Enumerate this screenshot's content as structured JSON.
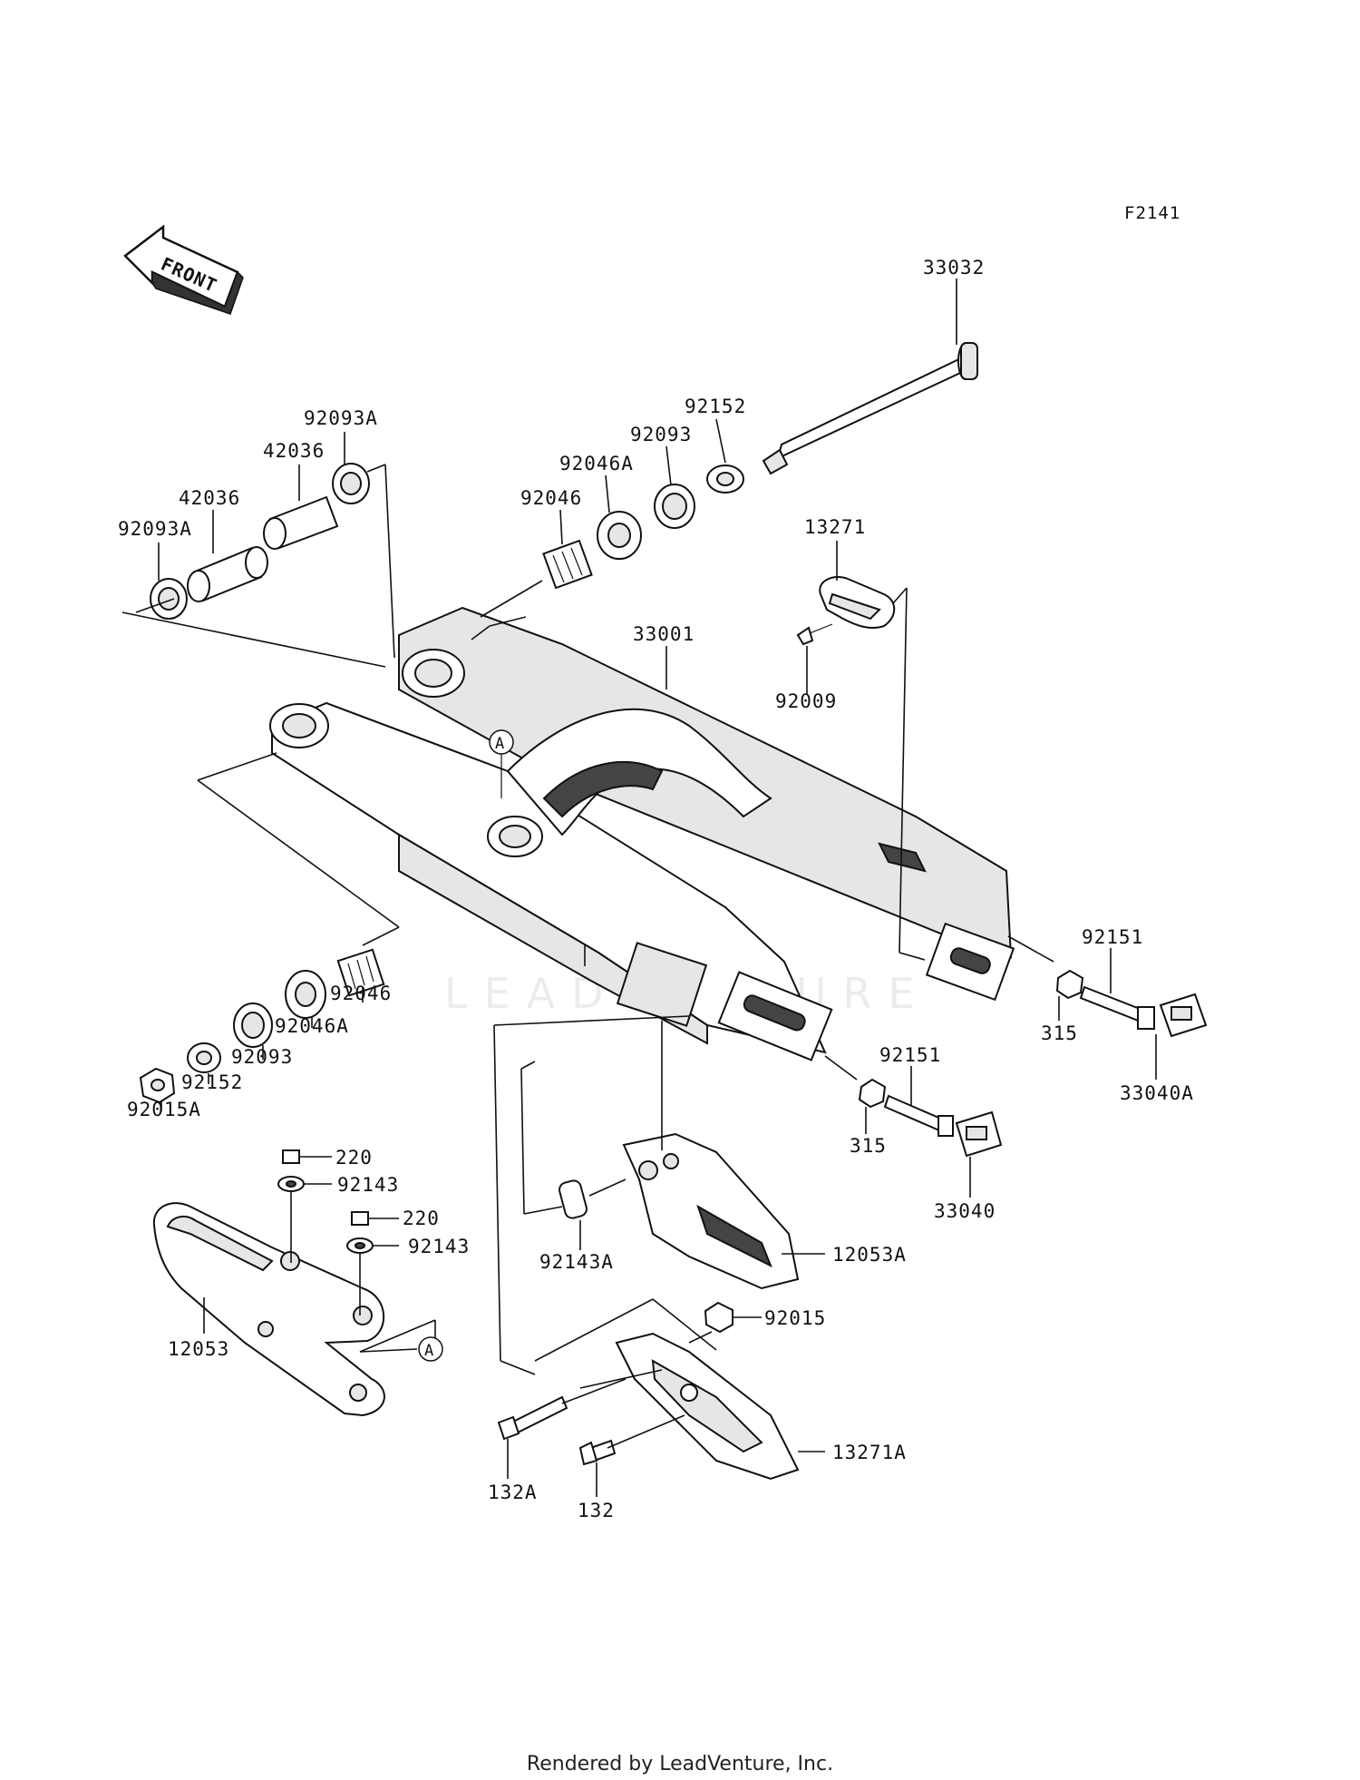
{
  "figure_code": "F2141",
  "front_label": "FRONT",
  "watermark": "LEADVENTURE",
  "footer": "Rendered by LeadVenture, Inc.",
  "callout_letter": "A",
  "labels": {
    "p33032": "33032",
    "p92152_top": "92152",
    "p92093_top": "92093",
    "p92046A_top": "92046A",
    "p92046_top": "92046",
    "p92093A_top": "92093A",
    "p42036_top": "42036",
    "p42036_mid": "42036",
    "p92093A_left": "92093A",
    "p13271": "13271",
    "p92009": "92009",
    "p33001": "33001",
    "p92151_right": "92151",
    "p315_right": "315",
    "p33040A": "33040A",
    "p92151_mid": "92151",
    "p315_mid": "315",
    "p33040": "33040",
    "p92046_bot": "92046",
    "p92046A_bot": "92046A",
    "p92093_bot": "92093",
    "p92152_bot": "92152",
    "p92015A": "92015A",
    "p220_a": "220",
    "p92143_a": "92143",
    "p220_b": "220",
    "p92143_b": "92143",
    "p12053": "12053",
    "p92143A": "92143A",
    "p12053A": "12053A",
    "p92015": "92015",
    "p13271A": "13271A",
    "p132A": "132A",
    "p132": "132"
  }
}
